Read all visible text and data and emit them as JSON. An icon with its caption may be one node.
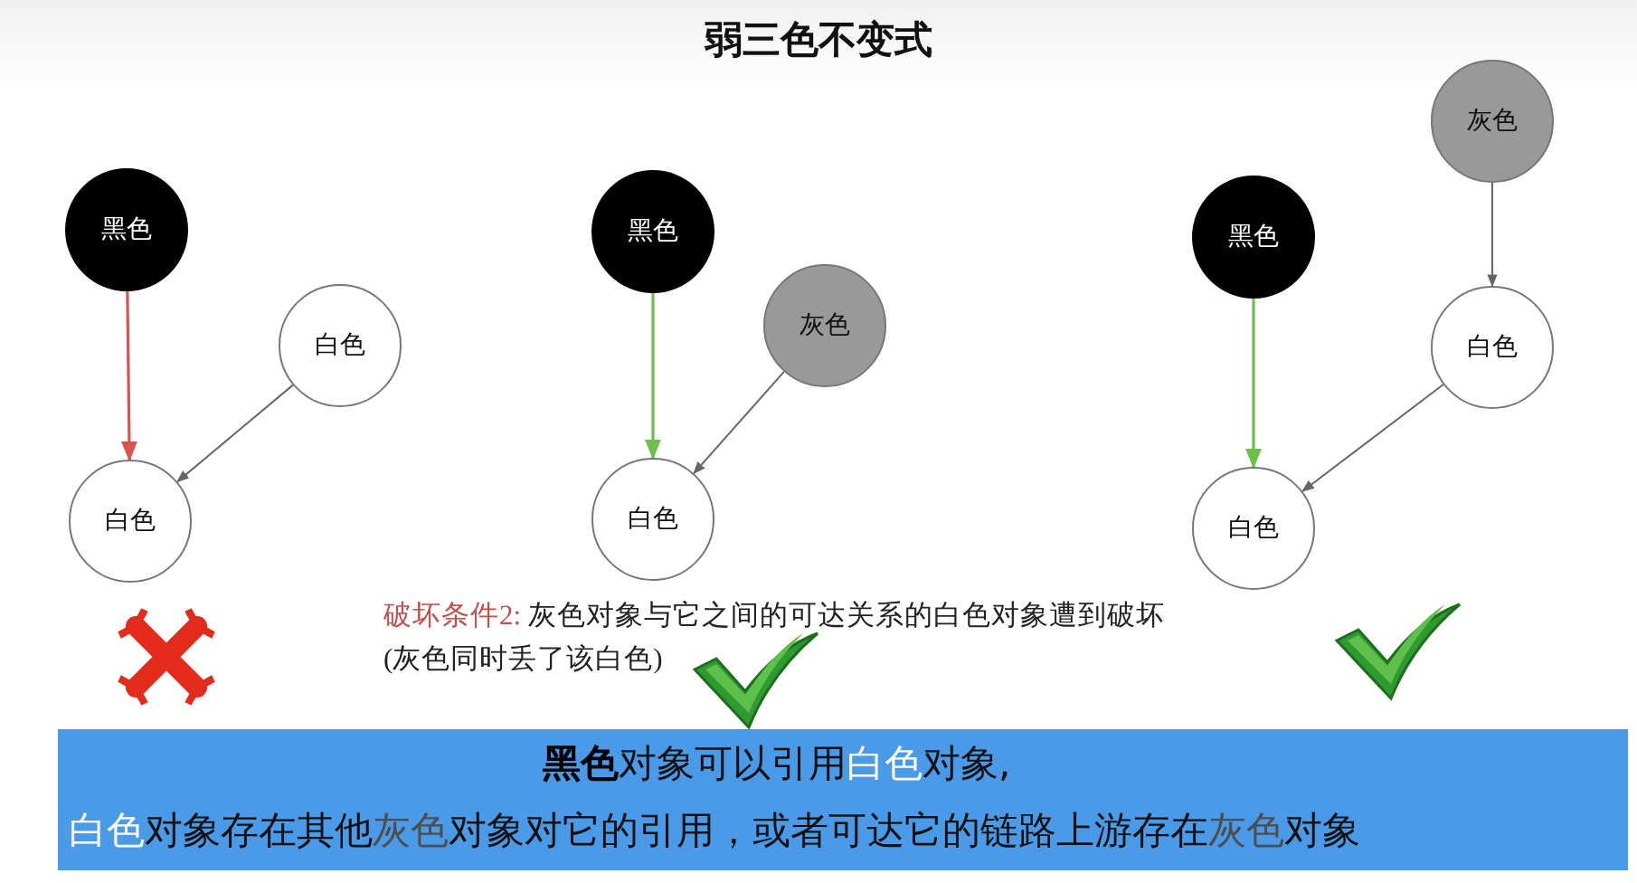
{
  "diagram": {
    "title": "弱三色不变式",
    "nodes": [
      {
        "text": [
          "黑色"
        ]
      },
      {
        "text": [
          "白色"
        ]
      },
      {
        "text": [
          "白色"
        ]
      },
      {
        "text": [
          "黑色"
        ]
      },
      {
        "text": [
          "灰色"
        ]
      },
      {
        "text": [
          "白色"
        ]
      },
      {
        "text": [
          "灰色"
        ]
      },
      {
        "text": [
          "黑色"
        ]
      },
      {
        "text": [
          "白色"
        ]
      },
      {
        "text": [
          "白色"
        ]
      }
    ],
    "edges": [
      {
        "from": 0,
        "to": 2,
        "arrow": "to",
        "color": "#d9534f"
      },
      {
        "from": 1,
        "to": 2,
        "arrow": "to"
      },
      {
        "from": 3,
        "to": 5,
        "arrow": "to",
        "color": "#6cbf4a"
      },
      {
        "from": 4,
        "to": 5,
        "arrow": "to"
      },
      {
        "from": 6,
        "to": 8,
        "arrow": "to"
      },
      {
        "from": 7,
        "to": 9,
        "arrow": "to",
        "color": "#6cbf4a"
      },
      {
        "from": 8,
        "to": 9,
        "arrow": "to"
      }
    ],
    "labels": [
      "*破坏条件2:* 灰色对象与它之间的可达关系的白色对象遭到破坏",
      "(灰色同时丢了该白色)",
      "**黑色**对象可以引用**白色**对象,",
      "**白色**对象存在其他**灰色**对象对它的引用，或者可达它的链路上游存在**灰色**对象"
    ]
  }
}
